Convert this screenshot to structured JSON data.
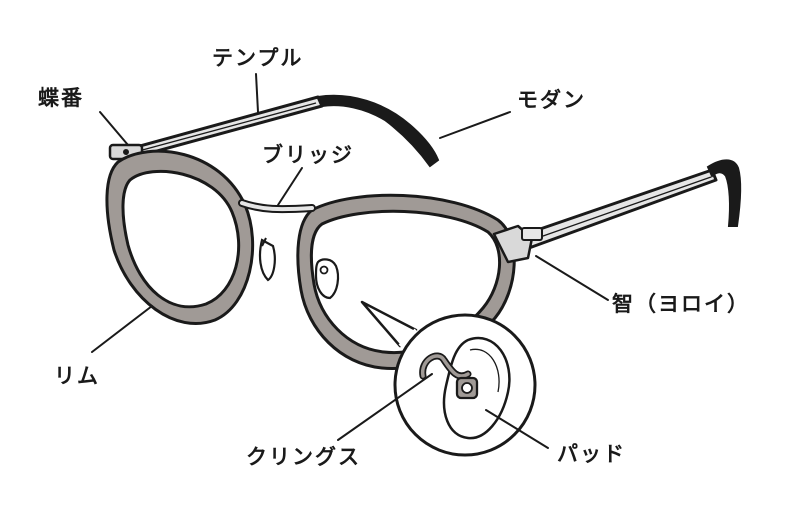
{
  "labels": {
    "temple": "テンプル",
    "hinge": "蝶番",
    "modern": "モダン",
    "bridge": "ブリッジ",
    "yoroi": "智（ヨロイ）",
    "rim": "リム",
    "clings": "クリングス",
    "pad": "パッド"
  },
  "colors": {
    "frame_gray": "#a09a96",
    "line": "#1a1a1a",
    "metal": "#e6e6e6"
  }
}
